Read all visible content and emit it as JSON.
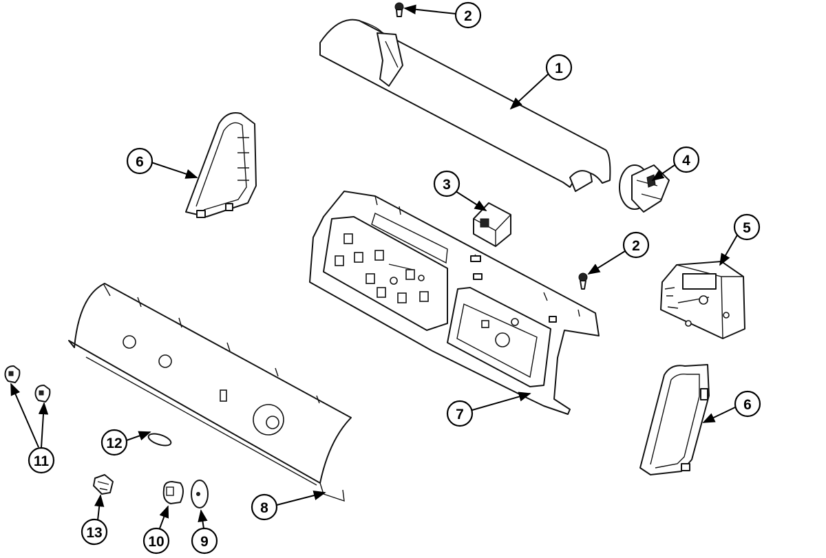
{
  "callouts": [
    {
      "id": "c1",
      "label": "1"
    },
    {
      "id": "c2a",
      "label": "2"
    },
    {
      "id": "c2b",
      "label": "2"
    },
    {
      "id": "c3",
      "label": "3"
    },
    {
      "id": "c4",
      "label": "4"
    },
    {
      "id": "c5",
      "label": "5"
    },
    {
      "id": "c6a",
      "label": "6"
    },
    {
      "id": "c6b",
      "label": "6"
    },
    {
      "id": "c7",
      "label": "7"
    },
    {
      "id": "c8",
      "label": "8"
    },
    {
      "id": "c9",
      "label": "9"
    },
    {
      "id": "c10",
      "label": "10"
    },
    {
      "id": "c11",
      "label": "11"
    },
    {
      "id": "c12",
      "label": "12"
    },
    {
      "id": "c13",
      "label": "13"
    }
  ],
  "colors": {
    "line": "#111111",
    "background": "#ffffff"
  }
}
